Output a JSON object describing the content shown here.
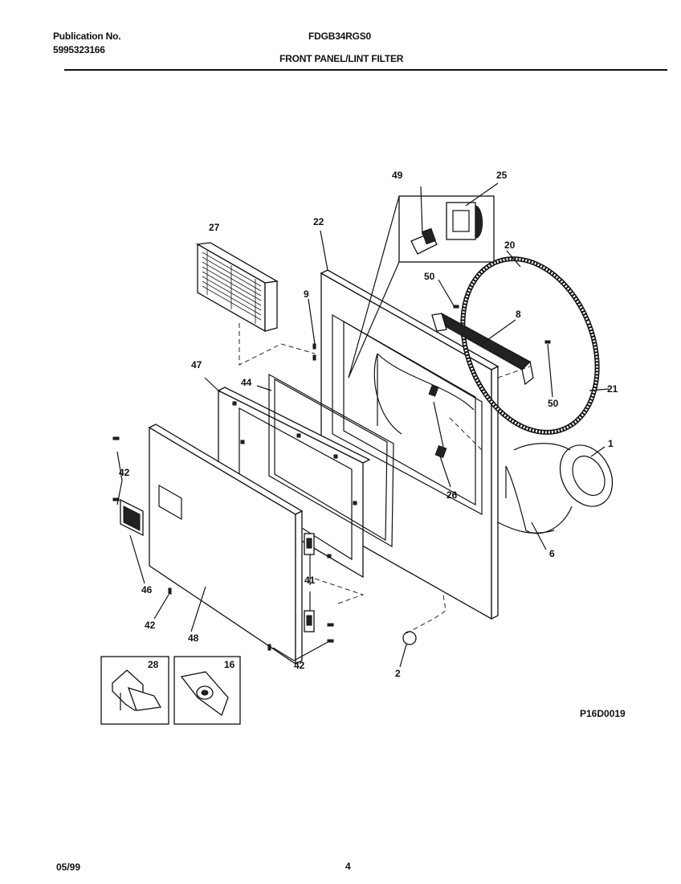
{
  "header": {
    "publication_label": "Publication No.",
    "publication_number": "5995323166",
    "model": "FDGB34RGS0",
    "section_title": "FRONT PANEL/LINT FILTER"
  },
  "diagram": {
    "code": "P16D0019",
    "callouts": {
      "c1": "1",
      "c2": "2",
      "c6": "6",
      "c8": "8",
      "c9": "9",
      "c16": "16",
      "c20": "20",
      "c21": "21",
      "c22": "22",
      "c25": "25",
      "c26": "26",
      "c27": "27",
      "c28": "28",
      "c41": "41",
      "c42a": "42",
      "c42b": "42",
      "c42c": "42",
      "c44": "44",
      "c46": "46",
      "c47": "47",
      "c48": "48",
      "c49": "49",
      "c50a": "50",
      "c50b": "50"
    }
  },
  "footer": {
    "date": "05/99",
    "page": "4"
  }
}
